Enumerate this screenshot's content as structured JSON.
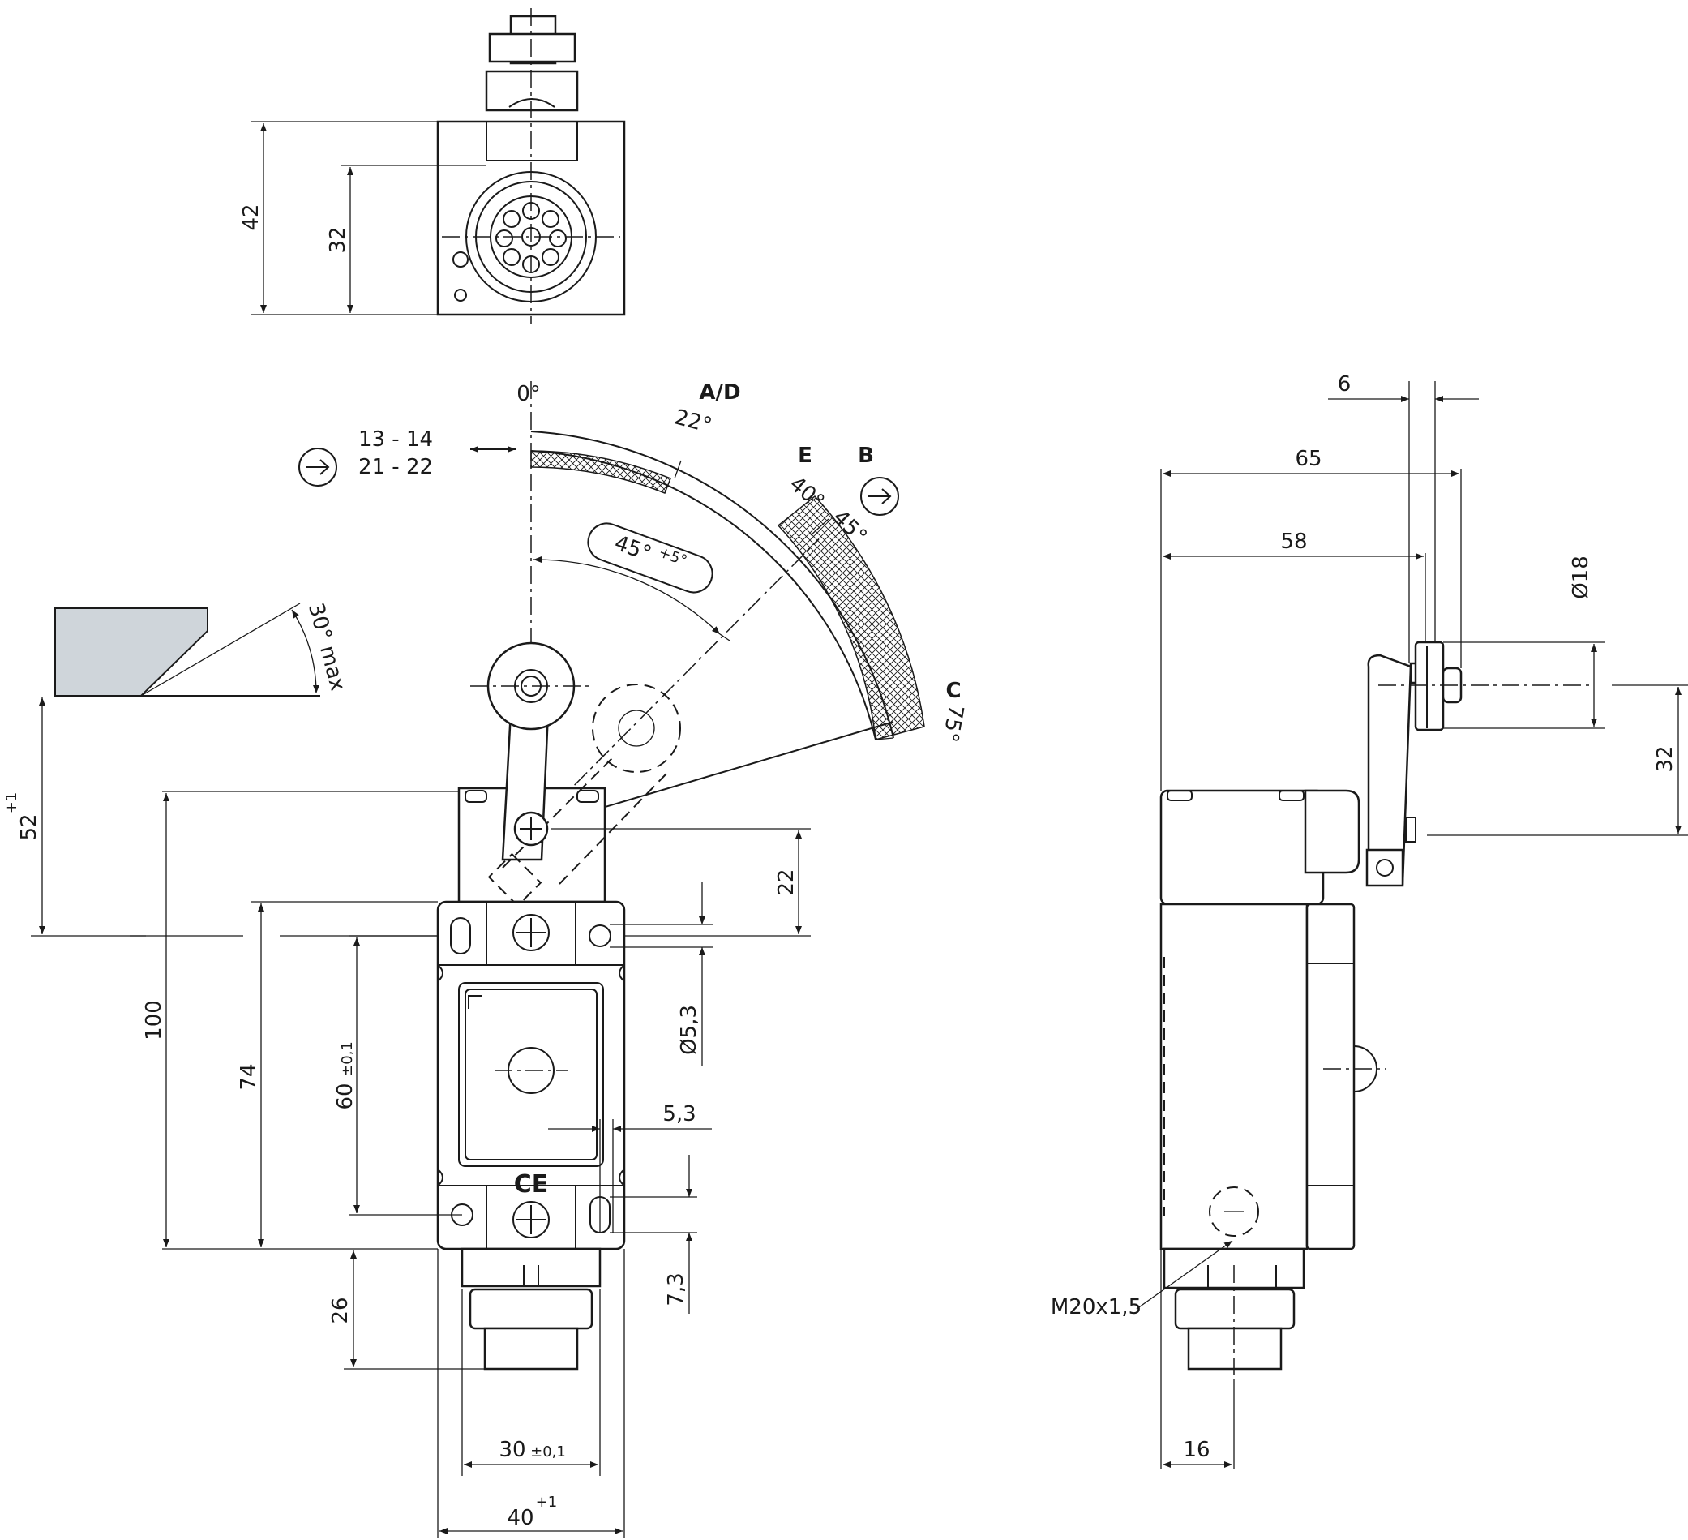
{
  "colors": {
    "line": "#1a1a1a",
    "ramp_fill": "#cfd5da",
    "background": "#ffffff"
  },
  "icons": {
    "direction_arrow": "circled-right-arrow-icon",
    "double_arrow": "double-headed-arrow-icon",
    "ce_mark": "ce-mark-icon"
  },
  "top_view": {
    "dim_42": "42",
    "dim_32": "32"
  },
  "front_view": {
    "dim_52": "52",
    "dim_52_tol": "+1",
    "ramp_angle": "30° max",
    "dim_100": "100",
    "dim_74": "74",
    "dim_60": "60",
    "dim_60_tol": "±0,1",
    "dim_26": "26",
    "dim_22": "22",
    "dim_hole": "Ø5,3",
    "dim_53": "5,3",
    "dim_73": "7,3",
    "dim_30": "30",
    "dim_30_tol": "±0,1",
    "dim_40": "40",
    "dim_40_tol": "+1",
    "ce_label": "CE"
  },
  "actuation": {
    "zero": "0°",
    "label_ad": "A/D",
    "label_e": "E",
    "label_b": "B",
    "label_c": "C",
    "angle_22": "22°",
    "angle_40": "40°",
    "angle_45": "45°",
    "angle_75": "75°",
    "travel": "45°",
    "travel_tol": "+5°",
    "contacts": [
      "13 - 14",
      "21 - 22"
    ]
  },
  "side_view": {
    "dim_6": "6",
    "dim_65": "65",
    "dim_58": "58",
    "dim_d18": "Ø18",
    "dim_32": "32",
    "dim_16": "16",
    "thread": "M20x1,5"
  }
}
